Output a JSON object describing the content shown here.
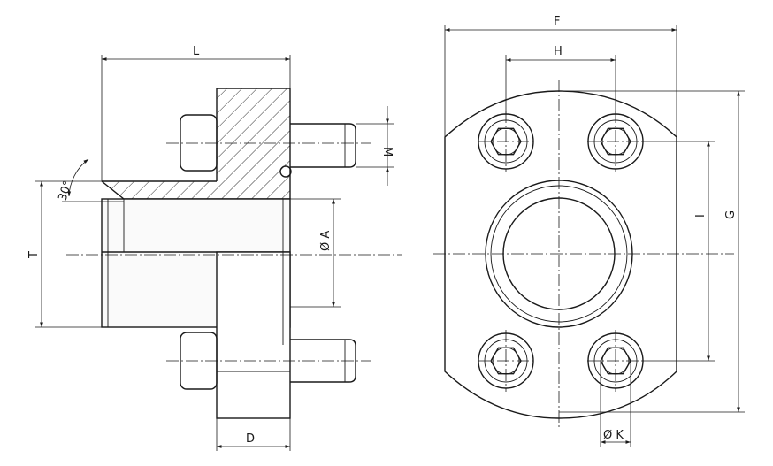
{
  "labels": {
    "L": "L",
    "M": "M",
    "angle": "30°",
    "A": "Ø A",
    "T": "T",
    "D": "D",
    "F": "F",
    "H": "H",
    "I": "I",
    "G": "G",
    "K": "Ø K"
  }
}
